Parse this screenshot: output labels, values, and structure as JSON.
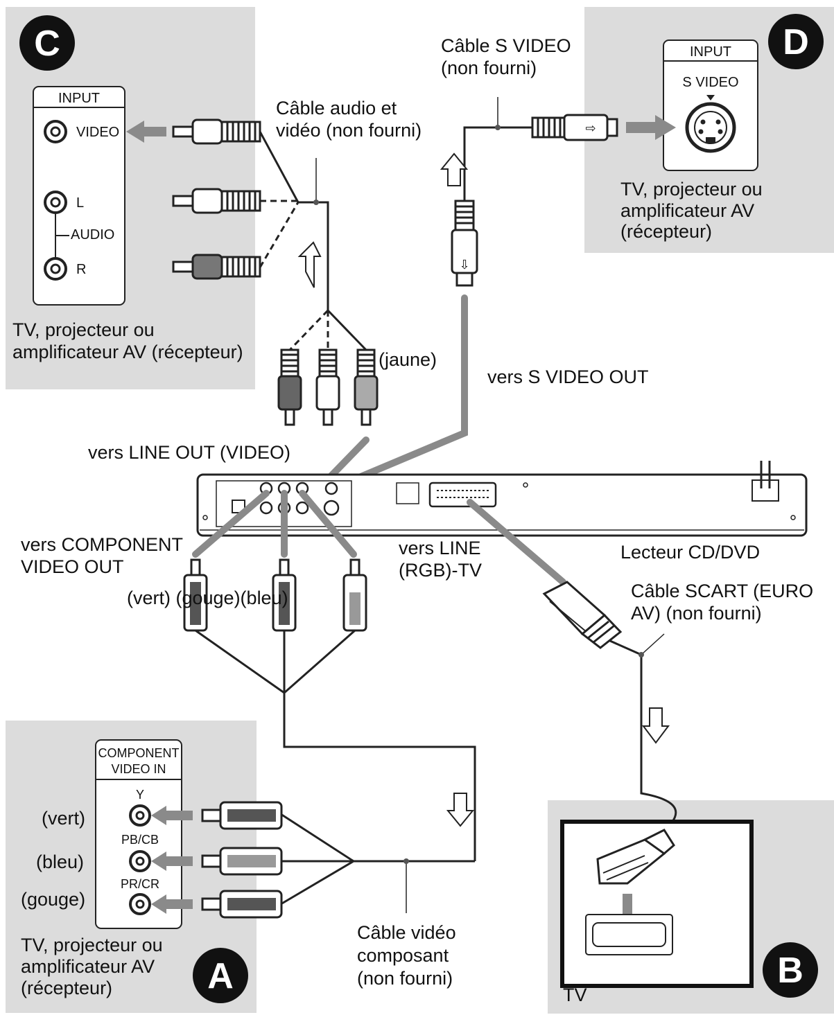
{
  "panels": {
    "C": {
      "badge": "C",
      "box_title": "INPUT",
      "video": "VIDEO",
      "left": "L",
      "audio": "AUDIO",
      "right": "R",
      "device": [
        "TV, projecteur ou",
        "amplificateur AV (récepteur)"
      ]
    },
    "D": {
      "badge": "D",
      "box_title": "INPUT",
      "svideo": "S VIDEO",
      "device": [
        "TV, projecteur ou",
        "amplificateur AV",
        "(récepteur)"
      ]
    },
    "A": {
      "badge": "A",
      "box_title": [
        "COMPONENT",
        "VIDEO IN"
      ],
      "jack_y": "Y",
      "jack_pb": "PB/CB",
      "jack_pr": "PR/CR",
      "color_vert": "(vert)",
      "color_bleu": "(bleu)",
      "color_gouge": "(gouge)",
      "device": [
        "TV, projecteur ou",
        "amplificateur AV",
        "(récepteur)"
      ]
    },
    "B": {
      "badge": "B",
      "device": "TV"
    }
  },
  "labels": {
    "cable_av": [
      "Câble audio et",
      "vidéo (non fourni)"
    ],
    "cable_svideo": [
      "Câble S VIDEO",
      "(non fourni)"
    ],
    "jaune": "(jaune)",
    "vers_svideo_out": "vers S VIDEO OUT",
    "vers_line_out": "vers LINE OUT (VIDEO)",
    "vers_component": [
      "vers COMPONENT",
      "VIDEO OUT"
    ],
    "plug_colors": "(vert) (gouge)(bleu)",
    "vers_line_rgb": [
      "vers LINE",
      "(RGB)-TV"
    ],
    "player": "Lecteur CD/DVD",
    "cable_scart": [
      "Câble SCART (EURO",
      "AV) (non fourni)"
    ],
    "cable_component": [
      "Câble vidéo",
      "composant",
      "(non fourni)"
    ]
  },
  "colors": {
    "panel_bg": "#dcdcdc",
    "badge": "#111111",
    "arrow_gray": "#8a8a8a"
  }
}
